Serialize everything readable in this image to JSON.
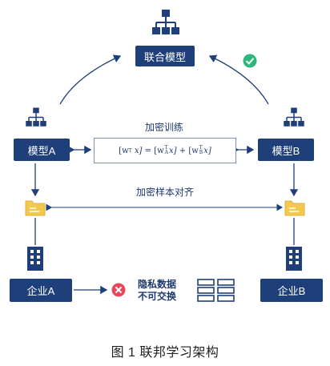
{
  "nodes": {
    "joint_model": "联合模型",
    "model_a": "模型A",
    "model_b": "模型B",
    "enterprise_a": "企业A",
    "enterprise_b": "企业B"
  },
  "labels": {
    "encrypted_training": "加密训练",
    "encrypted_sample_alignment": "加密样本对齐",
    "privacy_line1": "隐私数据",
    "privacy_line2": "不可交换"
  },
  "formula": {
    "lhs": "[w",
    "t_sup": "T",
    "x": "x]",
    "eq": "=",
    "a_sub": "A",
    "b_sub": "B",
    "plus": "+"
  },
  "caption": "图 1 联邦学习架构",
  "colors": {
    "primary": "#1e3f7a",
    "folder": "#f2c94c",
    "check": "#2fb67c",
    "cross": "#e8465b"
  },
  "icons": [
    "hierarchy-icon",
    "check-icon",
    "folder-icon",
    "building-icon",
    "cross-icon",
    "database-icon"
  ]
}
